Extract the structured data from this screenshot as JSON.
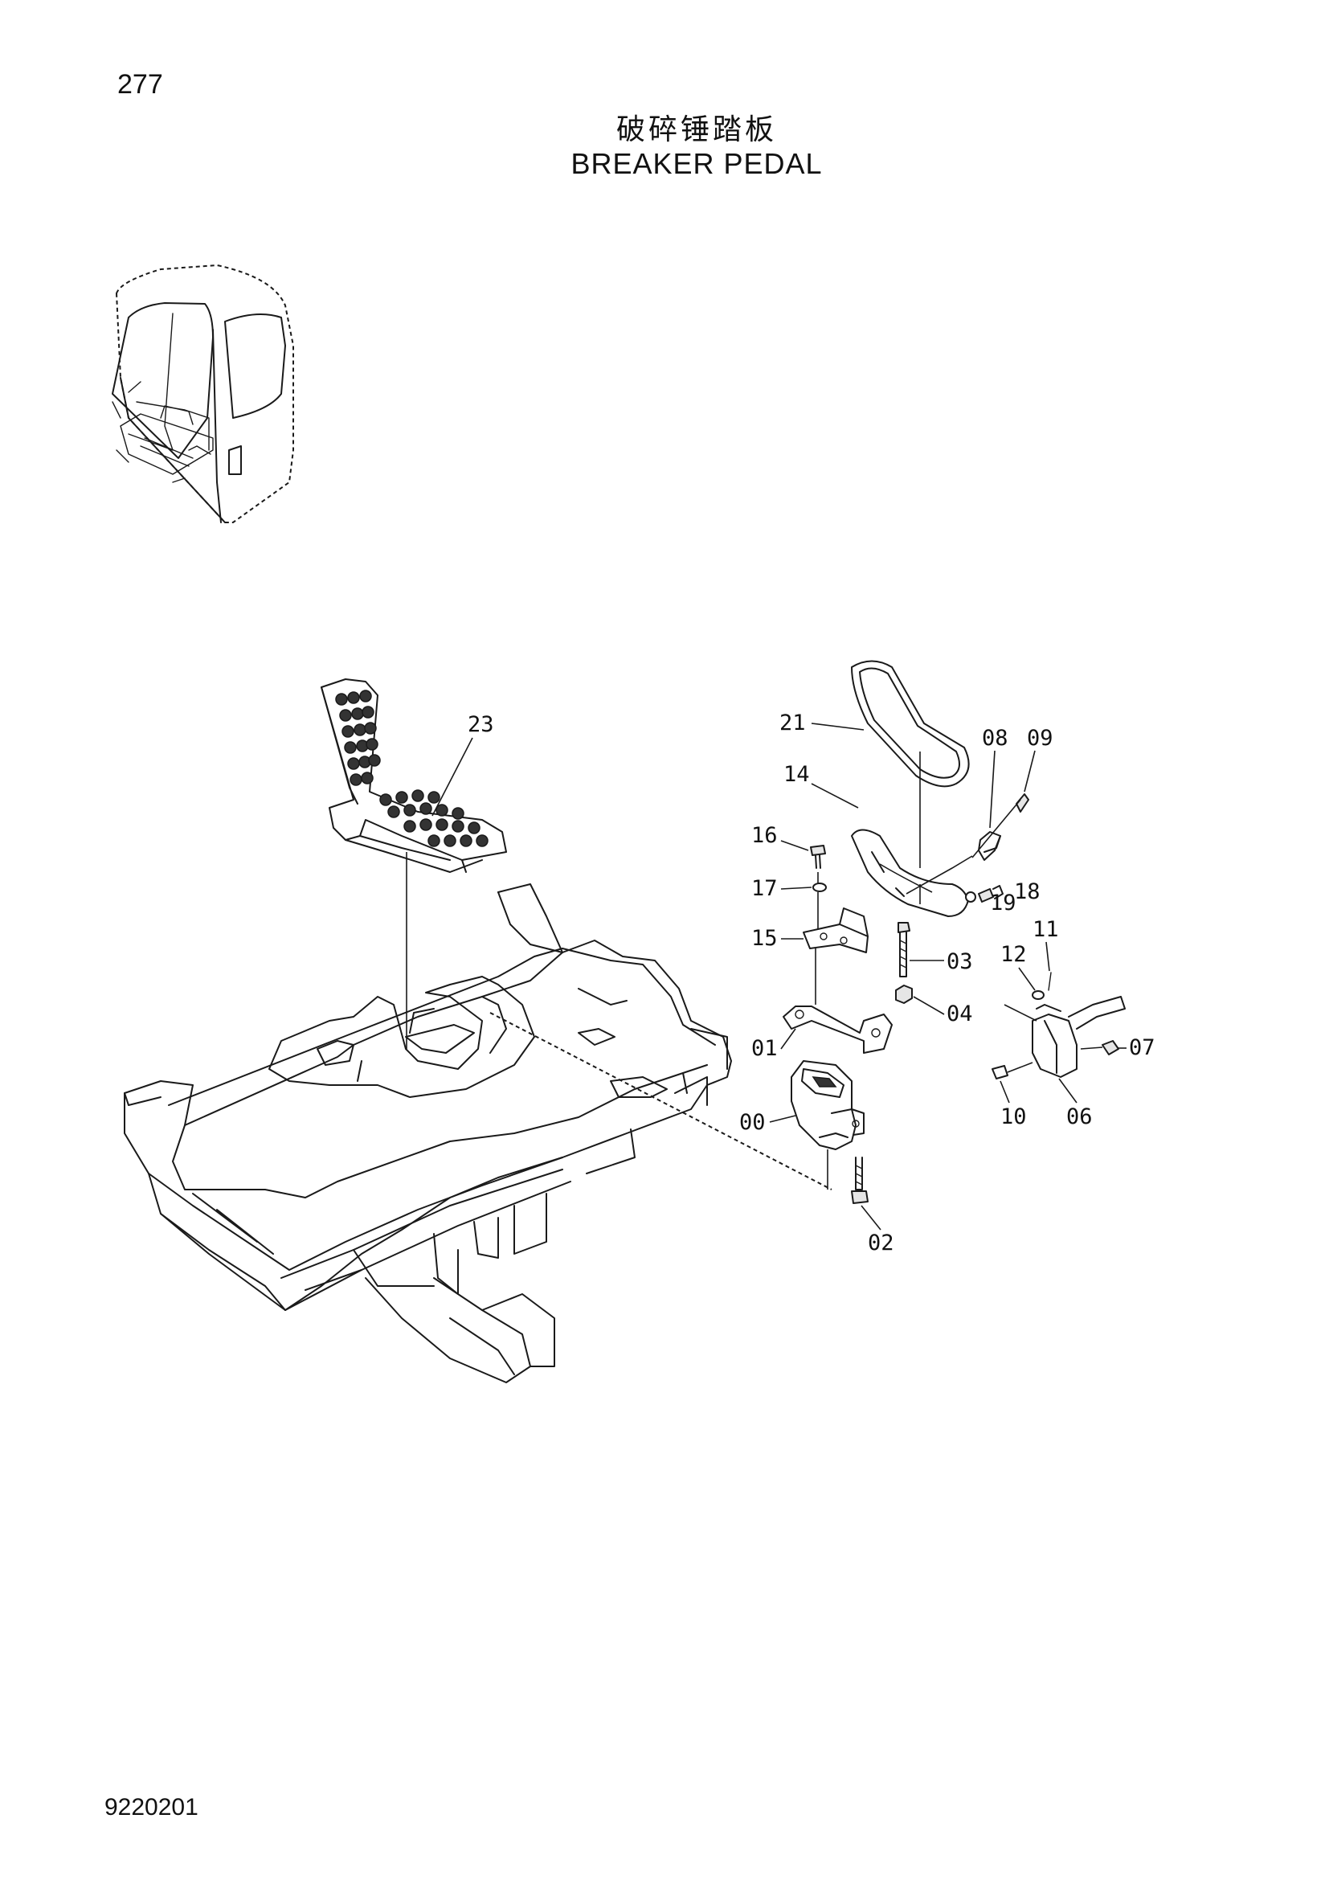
{
  "header": {
    "page_number": "277",
    "title_cn": "破碎锤踏板",
    "title_en": "BREAKER PEDAL"
  },
  "footer": {
    "doc_code": "9220201"
  },
  "callouts": {
    "c23": "23",
    "c21": "21",
    "c14": "14",
    "c08": "08",
    "c09": "09",
    "c16": "16",
    "c17": "17",
    "c18": "18",
    "c19": "19",
    "c15": "15",
    "c03": "03",
    "c04": "04",
    "c01": "01",
    "c00": "00",
    "c02": "02",
    "c11": "11",
    "c12": "12",
    "c07": "07",
    "c10": "10",
    "c06": "06"
  }
}
